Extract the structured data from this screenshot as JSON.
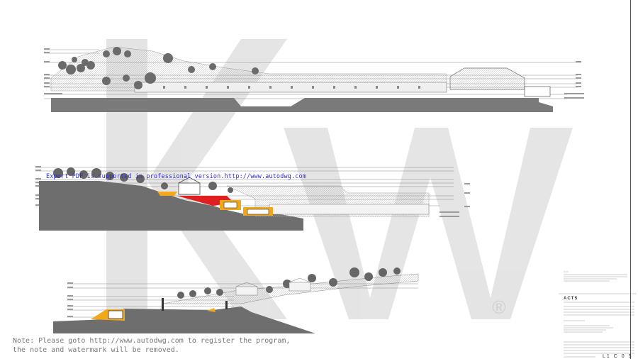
{
  "watermark": {
    "export_notice": "Export PDF is supported in professional version.http://www.autodwg.com",
    "registered_mark": "®",
    "note_line1": "Note: Please goto http://www.autodwg.com to register the program,",
    "note_line2": "the note and watermark will be removed."
  },
  "title_block": {
    "brand": "ACTS",
    "sheet_number": "L1 C 0 5"
  },
  "colors": {
    "watermark_grey": "#d9d9d9",
    "ground_fill": "#6e6e6e",
    "section_red": "#e02020",
    "section_orange": "#f2a81d",
    "notice_blue": "#2a2ad6"
  }
}
